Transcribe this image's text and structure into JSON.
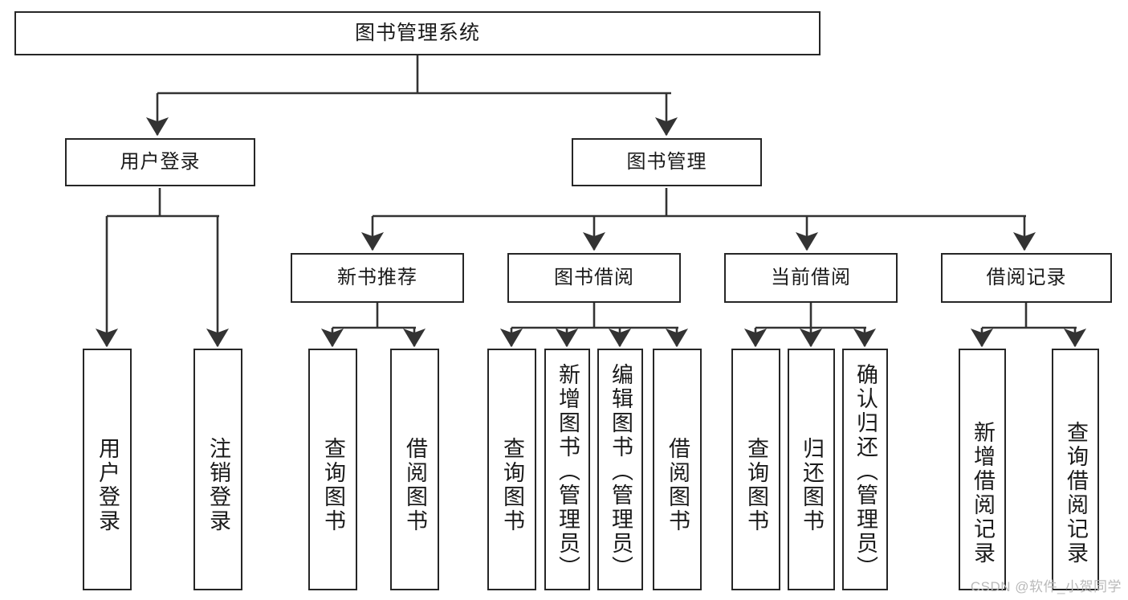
{
  "diagram": {
    "title": "图书管理系统",
    "type": "tree",
    "watermark": "CSDN @软件_小贺同学",
    "colors": {
      "box_border": "#262626",
      "box_fill": "#ffffff",
      "connector": "#333333",
      "text": "#1a1a1a",
      "watermark": "#b9b9b9"
    },
    "nodes": {
      "root": {
        "label": "图书管理系统"
      },
      "level1": [
        {
          "id": "user-login",
          "label": "用户登录"
        },
        {
          "id": "book-manage",
          "label": "图书管理"
        }
      ],
      "level2": [
        {
          "id": "new-book-recommend",
          "label": "新书推荐"
        },
        {
          "id": "book-borrow",
          "label": "图书借阅"
        },
        {
          "id": "current-borrow",
          "label": "当前借阅"
        },
        {
          "id": "borrow-record",
          "label": "借阅记录"
        }
      ],
      "leaves": {
        "user-login": [
          {
            "id": "leaf-user-login",
            "label": "用户登录"
          },
          {
            "id": "leaf-logout-login",
            "label": "注销登录"
          }
        ],
        "new-book-recommend": [
          {
            "id": "leaf-query-book-1",
            "label": "查询图书"
          },
          {
            "id": "leaf-borrow-book-1",
            "label": "借阅图书"
          }
        ],
        "book-borrow": [
          {
            "id": "leaf-query-book-2",
            "label": "查询图书"
          },
          {
            "id": "leaf-add-book",
            "label": "新增图书（管理员）"
          },
          {
            "id": "leaf-edit-book",
            "label": "编辑图书（管理员）"
          },
          {
            "id": "leaf-borrow-book-2",
            "label": "借阅图书"
          }
        ],
        "current-borrow": [
          {
            "id": "leaf-query-book-3",
            "label": "查询图书"
          },
          {
            "id": "leaf-return-book",
            "label": "归还图书"
          },
          {
            "id": "leaf-confirm-return",
            "label": "确认归还（管理员）"
          }
        ],
        "borrow-record": [
          {
            "id": "leaf-add-record",
            "label": "新增借阅记录"
          },
          {
            "id": "leaf-query-record",
            "label": "查询借阅记录"
          }
        ]
      }
    }
  }
}
